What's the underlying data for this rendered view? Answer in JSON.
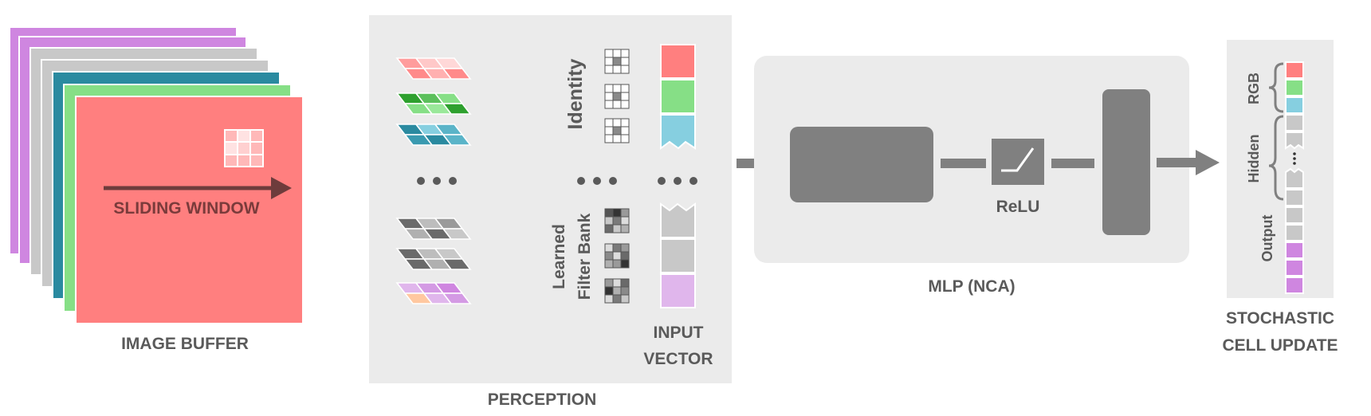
{
  "labels": {
    "image_buffer": "IMAGE BUFFER",
    "sliding_window": "SLIDING WINDOW",
    "perception": "PERCEPTION",
    "identity": "Identity",
    "learned_1": "Learned",
    "learned_2": "Filter Bank",
    "input_vector_1": "INPUT",
    "input_vector_2": "VECTOR",
    "relu": "ReLU",
    "mlp": "MLP (NCA)",
    "stochastic_1": "STOCHASTIC",
    "stochastic_2": "CELL UPDATE",
    "rgb": "RGB",
    "hidden": "Hidden",
    "output": "Output"
  },
  "colors": {
    "red": "#ff7f7f",
    "green": "#86df86",
    "blue": "#86cfe0",
    "teal": "#2a8aa0",
    "purple": "#cf86e0",
    "gray": "#c8c8c8",
    "panel": "#ebebeb",
    "dark": "#808080",
    "arrow": "#6e3c3c"
  },
  "icons": {
    "ellipsis": "ellipsis-icon",
    "relu": "relu-curve-icon",
    "arrow": "arrow-right-icon",
    "brace": "curly-brace-icon"
  }
}
